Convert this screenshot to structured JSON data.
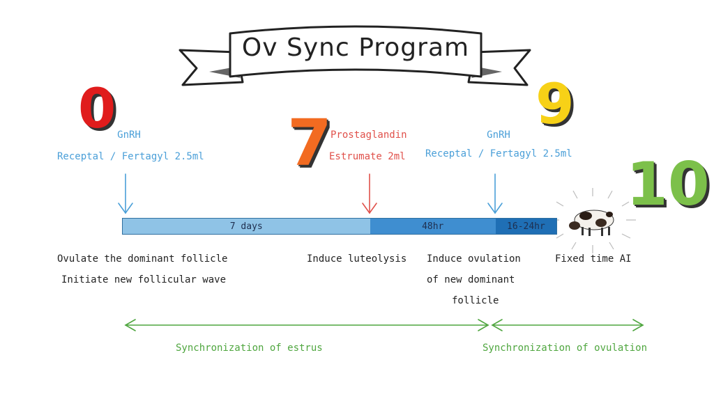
{
  "title": "Ov Sync Program",
  "days": [
    {
      "number": "0",
      "color": "#e01c1c"
    },
    {
      "number": "7",
      "color": "#f26b21"
    },
    {
      "number": "9",
      "color": "#f7d117"
    },
    {
      "number": "10",
      "color": "#7cc04a"
    }
  ],
  "injections": [
    {
      "line1": "GnRH",
      "line2": "Receptal / Fertagyl 2.5ml",
      "color": "#4a9fd8"
    },
    {
      "line1": "Prostaglandin",
      "line2": "Estrumate 2ml",
      "color": "#e0504a"
    },
    {
      "line1": "GnRH",
      "line2": "Receptal / Fertagyl 2.5ml",
      "color": "#4a9fd8"
    }
  ],
  "timeline": [
    {
      "label": "7 days",
      "fraction": 0.57,
      "color": "#8fc3e6"
    },
    {
      "label": "48hr",
      "fraction": 0.29,
      "color": "#3f8ed0"
    },
    {
      "label": "16-24hr",
      "fraction": 0.14,
      "color": "#1f6fb5"
    }
  ],
  "descriptions": {
    "d0_line1": "Ovulate the dominant follicle",
    "d0_line2": "Initiate new follicular wave",
    "d7_line1": "Induce luteolysis",
    "d9_line1": "Induce ovulation",
    "d9_line2": "of new dominant",
    "d9_line3": "follicle",
    "d10_line1": "Fixed time AI"
  },
  "sync": {
    "estrus": "Synchronization of estrus",
    "ovulation": "Synchronization of ovulation"
  },
  "icons": {
    "cow": "cow-icon"
  }
}
